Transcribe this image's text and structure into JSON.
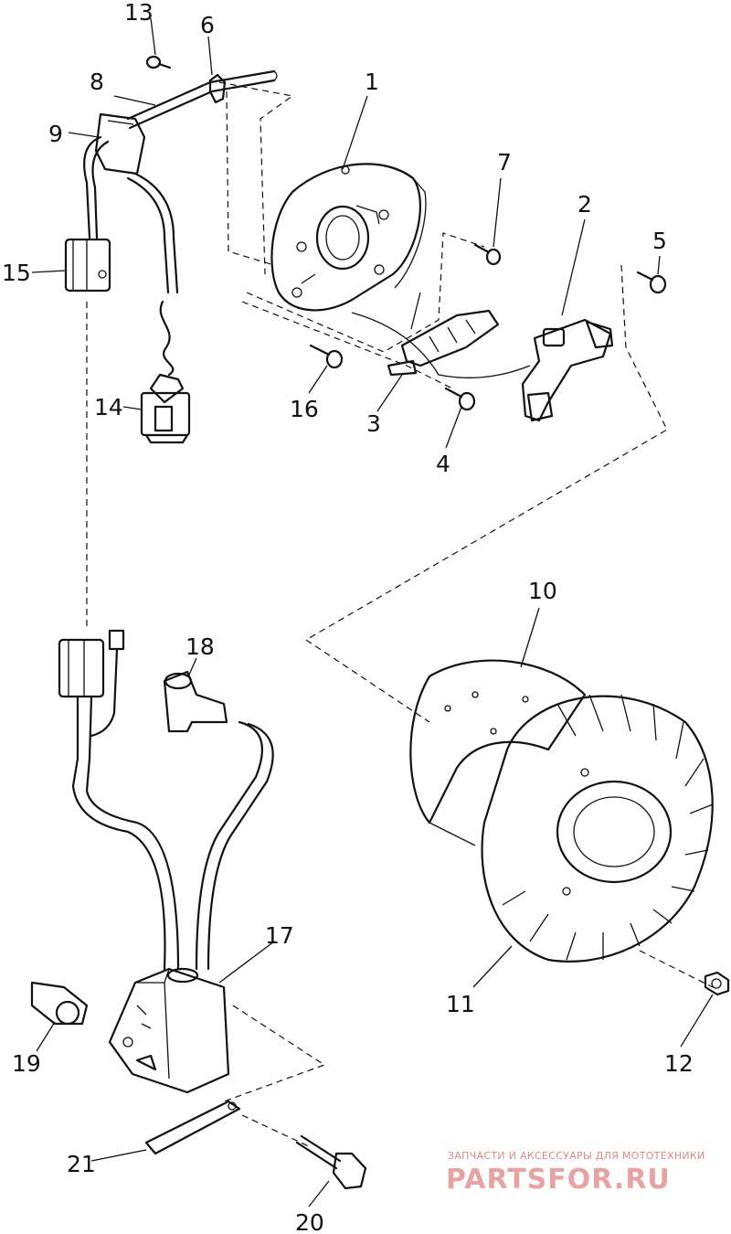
{
  "callouts": {
    "c1": "1",
    "c2": "2",
    "c3": "3",
    "c4": "4",
    "c5": "5",
    "c6": "6",
    "c7": "7",
    "c8": "8",
    "c9": "9",
    "c10": "10",
    "c11": "11",
    "c12": "12",
    "c13": "13",
    "c14": "14",
    "c15": "15",
    "c16": "16",
    "c17": "17",
    "c18": "18",
    "c19": "19",
    "c20": "20",
    "c21": "21"
  },
  "watermark": {
    "tagline": "ЗАПЧАСТИ И АКСЕССУАРЫ ДЛЯ МОТОТЕХНИКИ",
    "logo": "PARTSFOR.RU",
    "color": "#e7a2a2"
  }
}
